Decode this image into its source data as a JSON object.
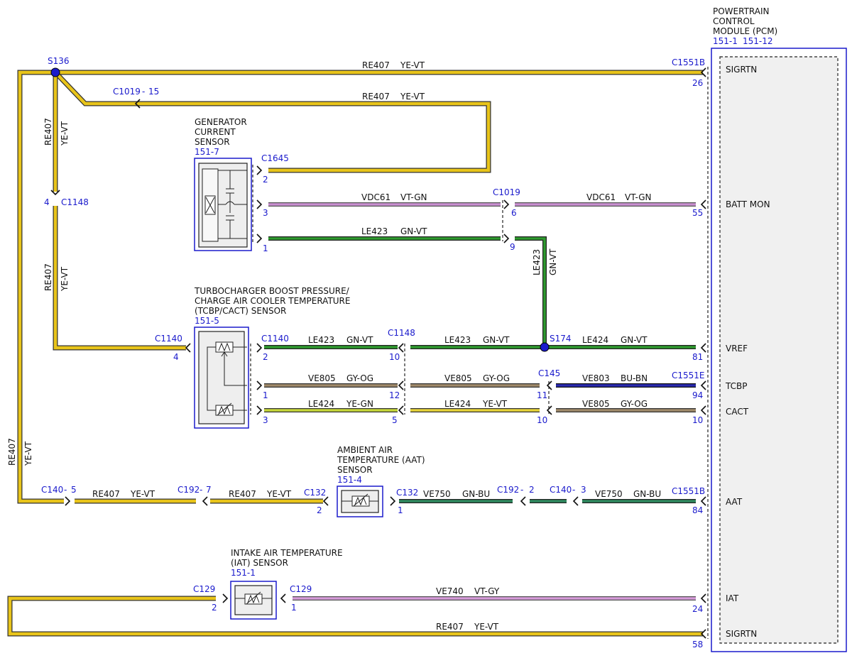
{
  "modules": {
    "pcm": {
      "name_lines": [
        "POWERTRAIN",
        "CONTROL",
        "MODULE (PCM)"
      ],
      "refs": [
        "151-1",
        "151-12"
      ],
      "pins": {
        "sigrtn_top": "SIGRTN",
        "batt_mon": "BATT MON",
        "vref": "VREF",
        "tcbp": "TCBP",
        "cact": "CACT",
        "aat": "AAT",
        "iat": "IAT",
        "sigrtn_bottom": "SIGRTN"
      }
    },
    "gen": {
      "name_lines": [
        "GENERATOR",
        "CURRENT",
        "SENSOR"
      ],
      "ref": "151-7"
    },
    "tcbp": {
      "name_lines": [
        "TURBOCHARGER BOOST PRESSURE/",
        "CHARGE AIR COOLER TEMPERATURE",
        "(TCBP/CACT) SENSOR"
      ],
      "ref": "151-5"
    },
    "aat": {
      "name_lines": [
        "AMBIENT AIR",
        "TEMPERATURE (AAT)",
        "SENSOR"
      ],
      "ref": "151-4"
    },
    "iat": {
      "name_lines": [
        "INTAKE AIR TEMPERATURE",
        "(IAT) SENSOR"
      ],
      "ref": "151-1"
    }
  },
  "splices": {
    "s136": "S136",
    "s174": "S174"
  },
  "connectors": {
    "c1551b_top": "C1551B",
    "c1019_15": "C1019",
    "c1019_15_sep": "-",
    "c1019_15_pin": "15",
    "c1645": "C1645",
    "c1019_mid": "C1019",
    "c1148_left": "C1148",
    "c1140_left": "C1140",
    "c1140_right": "C1140",
    "c1148_mid": "C1148",
    "s174_lbl": "S174",
    "c145": "C145",
    "c1551e": "C1551E",
    "c140_5": "C140",
    "c140_5_sep": "-",
    "c140_5_pin": "5",
    "c192_7": "C192",
    "c192_7_sep": "-",
    "c192_7_pin": "7",
    "c132_left": "C132",
    "c132_right": "C132",
    "c192_2": "C192",
    "c192_2_sep": "-",
    "c192_2_pin": "2",
    "c140_3": "C140",
    "c140_3_sep": "-",
    "c140_3_pin": "3",
    "c1551b_aat": "C1551B",
    "c129_left": "C129",
    "c129_right": "C129"
  },
  "pins": {
    "p26": "26",
    "p2_gen": "2",
    "p3_gen": "3",
    "p6": "6",
    "p55": "55",
    "p1_gen": "1",
    "p9": "9",
    "p4_c1148": "4",
    "p4_c1140": "4",
    "p2_tcbp": "2",
    "p10_c1148": "10",
    "p81": "81",
    "p1_tcbp": "1",
    "p12": "12",
    "p11": "11",
    "p94": "94",
    "p3_tcbp": "3",
    "p5": "5",
    "p10_c145": "10",
    "p10_pcm": "10",
    "p2_aat": "2",
    "p1_aat": "1",
    "p84": "84",
    "p2_iat": "2",
    "p1_iat": "1",
    "p24": "24",
    "p58": "58"
  },
  "wires": {
    "w_top": {
      "circuit": "RE407",
      "color": "YE-VT"
    },
    "w_loop": {
      "circuit": "RE407",
      "color": "YE-VT"
    },
    "w_vdc_left": {
      "circuit": "VDC61",
      "color": "VT-GN"
    },
    "w_vdc_right": {
      "circuit": "VDC61",
      "color": "VT-GN"
    },
    "w_le423_gen": {
      "circuit": "LE423",
      "color": "GN-VT"
    },
    "w_le423_vert": {
      "circuit": "LE423",
      "color": "GN-VT"
    },
    "w_left_v1": {
      "circuit": "RE407",
      "color": "YE-VT"
    },
    "w_left_v2": {
      "circuit": "RE407",
      "color": "YE-VT"
    },
    "w_left_v3": {
      "circuit": "RE407",
      "color": "YE-VT"
    },
    "w_le423_tcbp": {
      "circuit": "LE423",
      "color": "GN-VT"
    },
    "w_le423_mid": {
      "circuit": "LE423",
      "color": "GN-VT"
    },
    "w_le424_vref": {
      "circuit": "LE424",
      "color": "GN-VT"
    },
    "w_ve805_left": {
      "circuit": "VE805",
      "color": "GY-OG"
    },
    "w_ve805_mid": {
      "circuit": "VE805",
      "color": "GY-OG"
    },
    "w_ve803": {
      "circuit": "VE803",
      "color": "BU-BN"
    },
    "w_le424_left": {
      "circuit": "LE424",
      "color": "YE-GN"
    },
    "w_le424_mid": {
      "circuit": "LE424",
      "color": "YE-VT"
    },
    "w_ve805_right": {
      "circuit": "VE805",
      "color": "GY-OG"
    },
    "w_re407_aat1": {
      "circuit": "RE407",
      "color": "YE-VT"
    },
    "w_re407_aat2": {
      "circuit": "RE407",
      "color": "YE-VT"
    },
    "w_ve750_1": {
      "circuit": "VE750",
      "color": "GN-BU"
    },
    "w_ve750_2": {
      "circuit": "VE750",
      "color": "GN-BU"
    },
    "w_ve740": {
      "circuit": "VE740",
      "color": "VT-GY"
    },
    "w_re407_bottom": {
      "circuit": "RE407",
      "color": "YE-VT"
    }
  },
  "colors": {
    "yellow": "#e8c41a",
    "violet": "#c98fd0",
    "green": "#2f7d2f",
    "blue": "#1a1acc",
    "gray_orange": "#a08a6a",
    "yellow_green": "#c8d83a",
    "outline": "#3a3a3a"
  }
}
